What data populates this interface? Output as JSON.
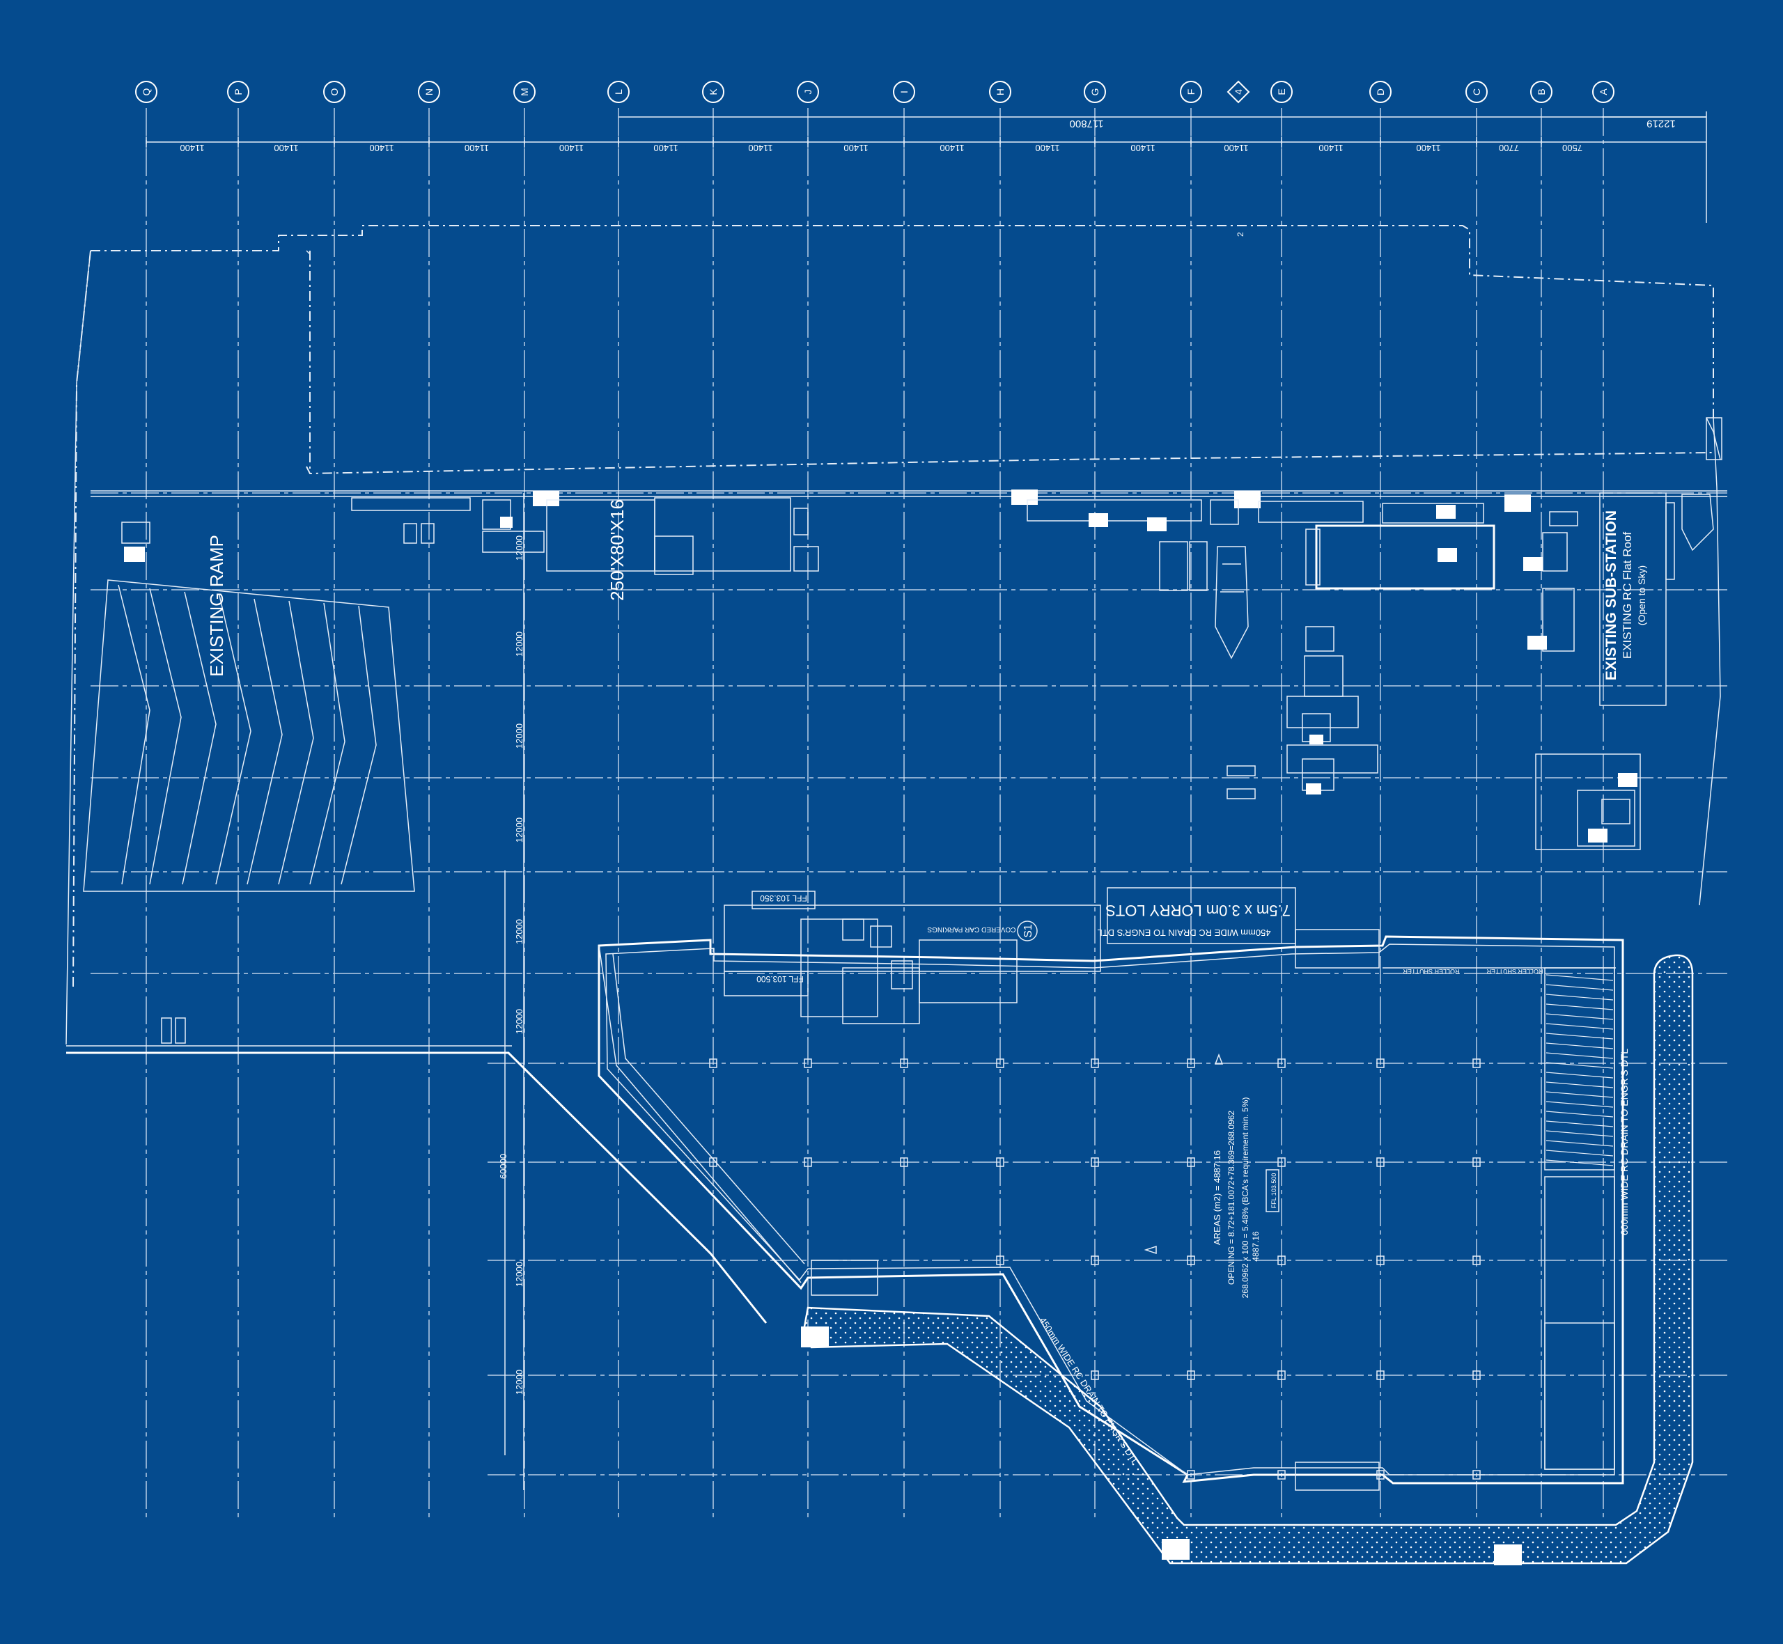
{
  "grid_labels": [
    "Q",
    "P",
    "O",
    "N",
    "M",
    "L",
    "K",
    "J",
    "I",
    "H",
    "G",
    "F",
    "E",
    "D",
    "C",
    "B",
    "A"
  ],
  "north_mark": "4",
  "top_dimensions": [
    "11400",
    "11400",
    "11400",
    "11400",
    "11400",
    "11400",
    "11400",
    "11400",
    "11400",
    "11400",
    "11400",
    "11400",
    "11400",
    "11400",
    "7700",
    "7500"
  ],
  "overall_dimension": "117800",
  "right_dimension": "12219",
  "left_dimensions": [
    "12000",
    "12000",
    "12000",
    "12000",
    "12000",
    "12000",
    "60000",
    "12000",
    "12000"
  ],
  "labels": {
    "existing_ramp": "EXISTING RAMP",
    "container": "250'X80'X16",
    "substation_title": "EXISTING SUB-STATION",
    "substation_sub": "EXISTING RC Flat Roof",
    "substation_note": "(Open to Sky)",
    "lorry_lots": "7.5m x 3.0m LORRY LOTS",
    "drain_top": "450mm WIDE RC DRAIN TO ENGR'S DTL",
    "drain_right": "600mm WIDE RC DRAIN TO ENGR'S DTL",
    "drain_diag": "450mm WIDE RC DRAIN TO ENGR'S DTL",
    "areas": "AREAS (m2) = 4887.16",
    "opening": "OPENING = 8.72+181.0072+78.369=268.0962",
    "ratio": "268.0962 x 100 = 5.48% (BCA's requirement min. 5%)",
    "ratio_base": "4887.16",
    "fl_1": "FFL 103.350",
    "fl_2": "FFL 103.500",
    "fl_3": "FFL 103.500",
    "s1": "S1",
    "covered_parking": "COVERED CAR PARKINGS",
    "roller_shutter": "ROLLER SHUTTER",
    "grid_2": "2"
  },
  "colors": {
    "background": "#054b8e",
    "line": "#ffffff"
  }
}
